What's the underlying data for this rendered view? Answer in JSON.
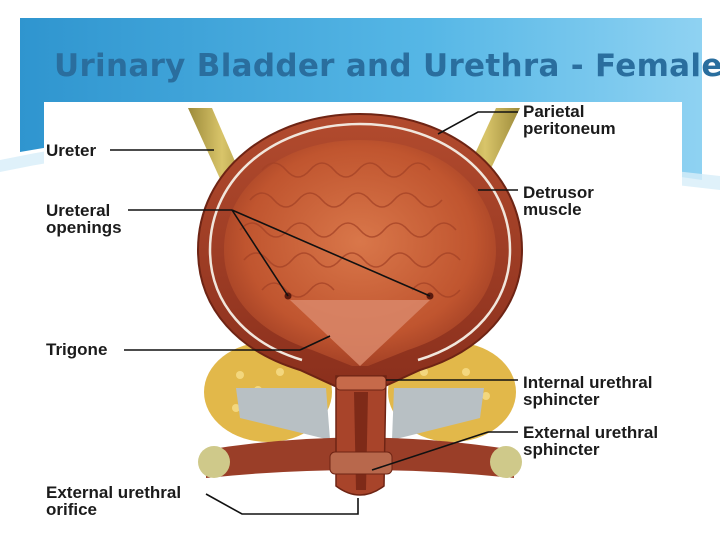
{
  "slide": {
    "title": "Urinary Bladder and Urethra - Female",
    "accent_color": "#3da1d6",
    "title_color": "#2a6e9e"
  },
  "diagram": {
    "labels": {
      "ureter": "Ureter",
      "ureteral_openings_1": "Ureteral",
      "ureteral_openings_2": "openings",
      "trigone": "Trigone",
      "external_orifice_1": "External urethral",
      "external_orifice_2": "orifice",
      "parietal_1": "Parietal",
      "parietal_2": "peritoneum",
      "detrusor_1": "Detrusor",
      "detrusor_2": "muscle",
      "internal_sphincter_1": "Internal urethral",
      "internal_sphincter_2": "sphincter",
      "external_sphincter_1": "External urethral",
      "external_sphincter_2": "sphincter"
    },
    "colors": {
      "muscle": "#a8442a",
      "inner_wall": "#c0552f",
      "fat": "#e2b84a",
      "ureter": "#b8a24a"
    }
  }
}
